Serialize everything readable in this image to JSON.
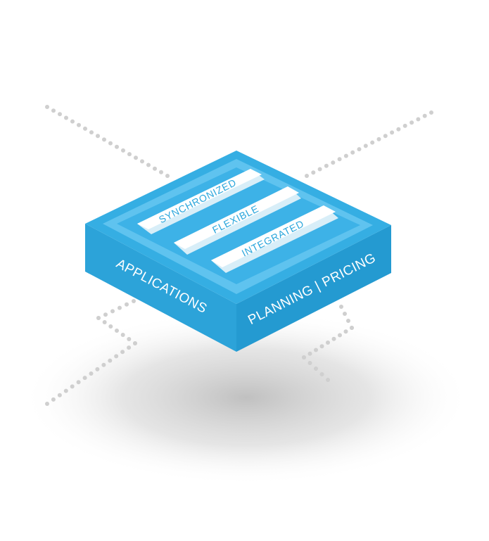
{
  "platform": {
    "left_face_label": "APPLICATIONS",
    "right_face_label": "PLANNING | PRICING"
  },
  "bars": [
    {
      "label": "SYNCHRONIZED"
    },
    {
      "label": "FLEXIBLE"
    },
    {
      "label": "INTEGRATED"
    }
  ],
  "colors": {
    "box_top_rim": "#35aee3",
    "box_inner_tray": "#5ec2ee",
    "box_well": "#3fb2e6",
    "left_face": "#2ca3d9",
    "right_face": "#259bd2",
    "bar_top": "#ffffff",
    "bar_text": "#2aa6dc",
    "dotted_lines": "#cfcfcf",
    "shadow": "#bdbdbd"
  }
}
